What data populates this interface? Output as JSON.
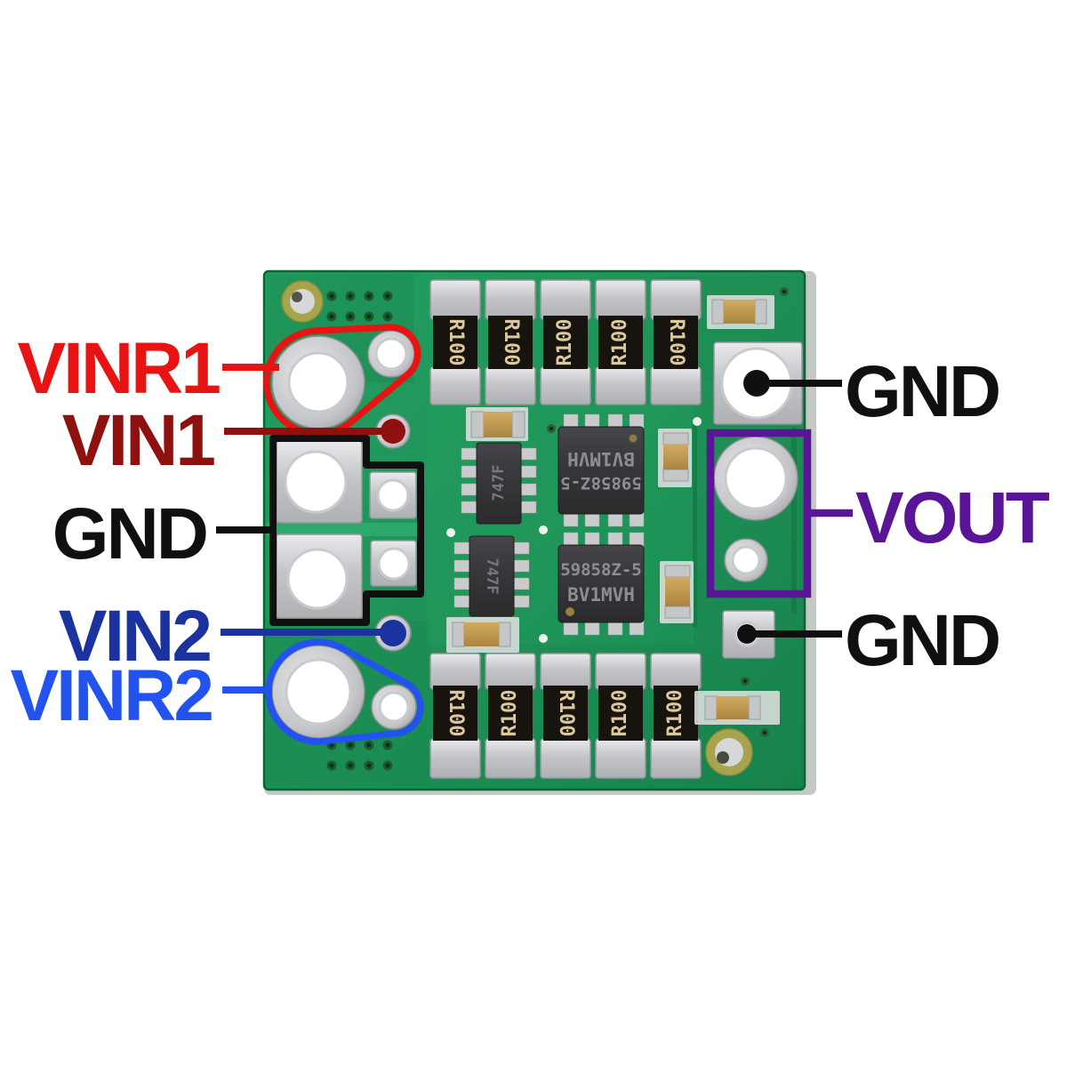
{
  "pins_left": [
    {
      "label": "VINR1",
      "color": "#e81414"
    },
    {
      "label": "VIN1",
      "color": "#8e1110"
    },
    {
      "label": "GND",
      "color": "#101010"
    },
    {
      "label": "VIN2",
      "color": "#1b339f"
    },
    {
      "label": "VINR2",
      "color": "#2253ee"
    }
  ],
  "pins_right": [
    {
      "label": "GND",
      "color": "#101010"
    },
    {
      "label": "VOUT",
      "color": "#5a1596"
    },
    {
      "label": "GND",
      "color": "#101010"
    }
  ],
  "board": {
    "resistor_label": "R100",
    "small_chip_label": "747F",
    "big_chip_line1": "59858Z-5",
    "big_chip_line2": "BV1MVH",
    "pcb_color": "#1f9157",
    "pcb_dark_color": "#11703f",
    "solder_color": "#c6c7c9"
  }
}
